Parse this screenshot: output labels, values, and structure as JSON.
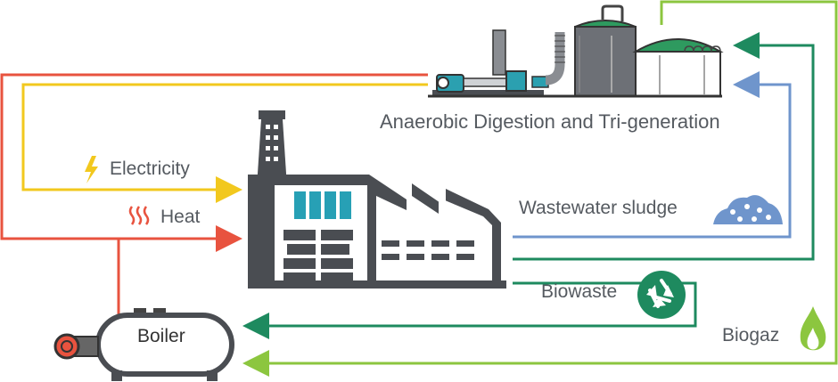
{
  "labels": {
    "ad_title": "Anaerobic Digestion and Tri-generation",
    "electricity": "Electricity",
    "heat": "Heat",
    "sludge": "Wastewater sludge",
    "biowaste": "Biowaste",
    "biogaz": "Biogaz",
    "boiler": "Boiler"
  },
  "colors": {
    "heat": "#e8533f",
    "electricity": "#f2c81e",
    "sludge": "#6f95cc",
    "biowaste": "#1e8a5f",
    "biogaz": "#8cc63f",
    "factory": "#4a4d52",
    "window": "#27a0b5",
    "digester": "#5a5d62",
    "digester_roof": "#2e9a5f",
    "pump": "#2ba0b0"
  },
  "icons": [
    "lightning-icon",
    "heat-waves-icon",
    "sludge-pile-icon",
    "recycle-icon",
    "flame-icon"
  ]
}
